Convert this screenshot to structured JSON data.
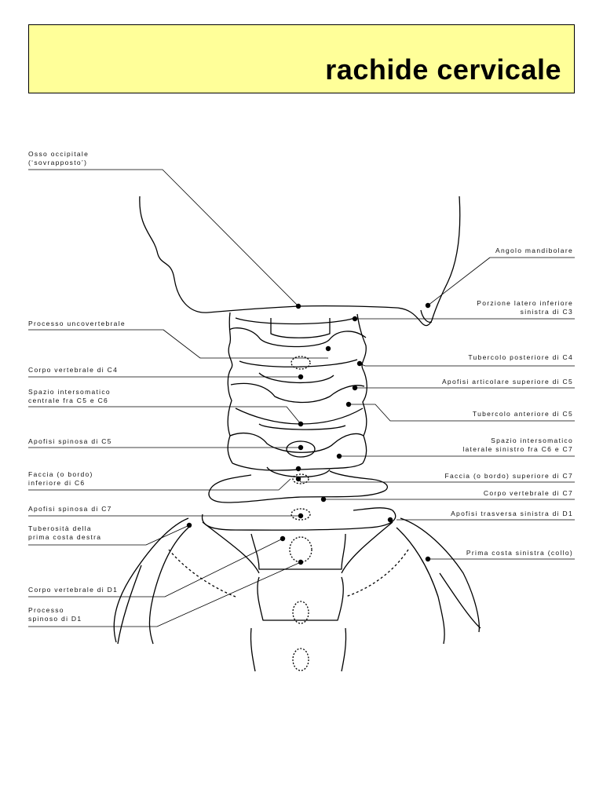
{
  "title": "rachide cervicale",
  "colors": {
    "title_background": "#ffff99",
    "ink": "#000000"
  },
  "labels": {
    "osso_occipitale": "Osso occipitale\n(‘sovrapposto’)",
    "processo_uncovertebrale": "Processo uncovertebrale",
    "corpo_vertebrale_c4": "Corpo vertebrale di C4",
    "spazio_intersomatico_c5_c6": "Spazio intersomatico\ncentrale fra C5 e C6",
    "apofisi_spinosa_c5": "Apofisi spinosa di C5",
    "faccia_inferiore_c6": "Faccia (o bordo)\ninferiore di C6",
    "apofisi_spinosa_c7": "Apofisi spinosa di C7",
    "tuberosita_prima_costa": "Tuberosità della\nprima costa destra",
    "corpo_vertebrale_d1": "Corpo vertebrale di D1",
    "processo_spinoso_d1": "Processo\nspinoso di D1",
    "angolo_mandibolare": "Angolo mandibolare",
    "porzione_latero_inferiore_c3": "Porzione latero inferiore\nsinistra di C3",
    "tubercolo_posteriore_c4": "Tubercolo posteriore di C4",
    "apofisi_articolare_c5": "Apofisi articolare superiore di C5",
    "tubercolo_anteriore_c5": "Tubercolo anteriore di C5",
    "spazio_intersomatico_laterale_c6_c7": "Spazio intersomatico\nlaterale sinistro fra C6 e C7",
    "faccia_superiore_c7": "Faccia (o bordo) superiore di C7",
    "corpo_vertebrale_c7": "Corpo vertebrale di C7",
    "apofisi_trasversa_d1": "Apofisi trasversa sinistra di D1",
    "prima_costa_sinistra": "Prima costa sinistra (collo)"
  }
}
